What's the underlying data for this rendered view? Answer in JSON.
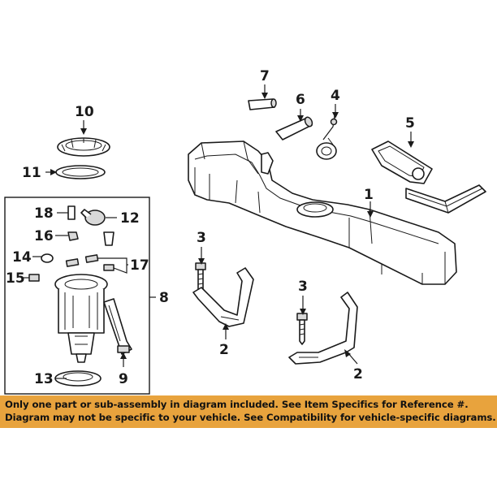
{
  "diagram": {
    "callouts": {
      "c1": "1",
      "c2a": "2",
      "c2b": "2",
      "c3a": "3",
      "c3b": "3",
      "c4": "4",
      "c5": "5",
      "c6": "6",
      "c7": "7",
      "c8": "8",
      "c9": "9",
      "c10": "10",
      "c11": "11",
      "c12": "12",
      "c13": "13",
      "c14": "14",
      "c15": "15",
      "c16": "16",
      "c17": "17",
      "c18": "18"
    }
  },
  "disclaimer": {
    "line1": "Only one part or sub-assembly in diagram included. See Item Specifics for Reference #.",
    "line2": "Diagram may not be specific to your vehicle. See Compatibility for vehicle-specific diagrams."
  },
  "colors": {
    "banner": "#e8a33d",
    "line": "#1a1a1a"
  }
}
